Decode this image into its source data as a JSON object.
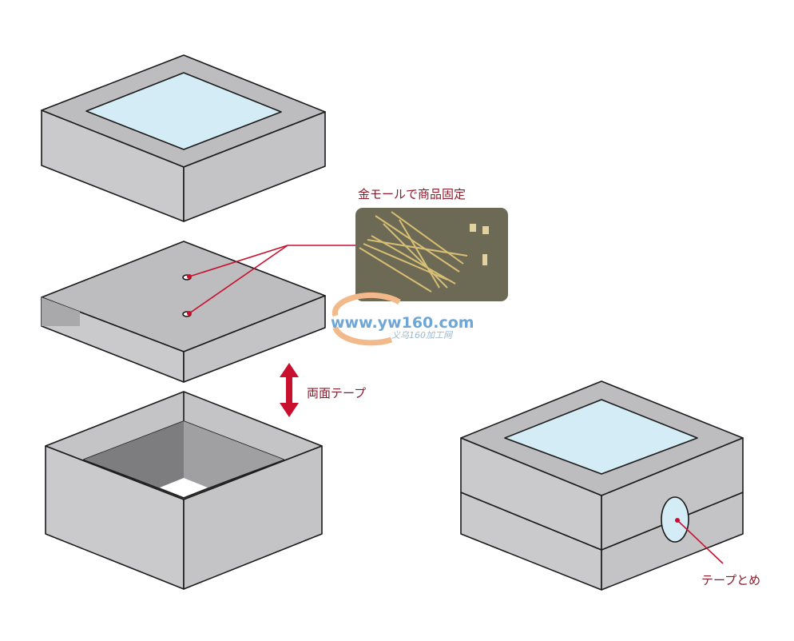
{
  "labels": {
    "gold_wire": "金モールで商品固定",
    "double_tape": "両面テープ",
    "tape_stop": "テープとめ"
  },
  "watermark": {
    "url": "www.yw160.com",
    "sub": "义乌160加工网"
  },
  "colors": {
    "box_side": "#c8c8ca",
    "box_top": "#b9b9bb",
    "window": "#d3ecf6",
    "accent": "#c8102e",
    "label": "#8b1a2c"
  }
}
